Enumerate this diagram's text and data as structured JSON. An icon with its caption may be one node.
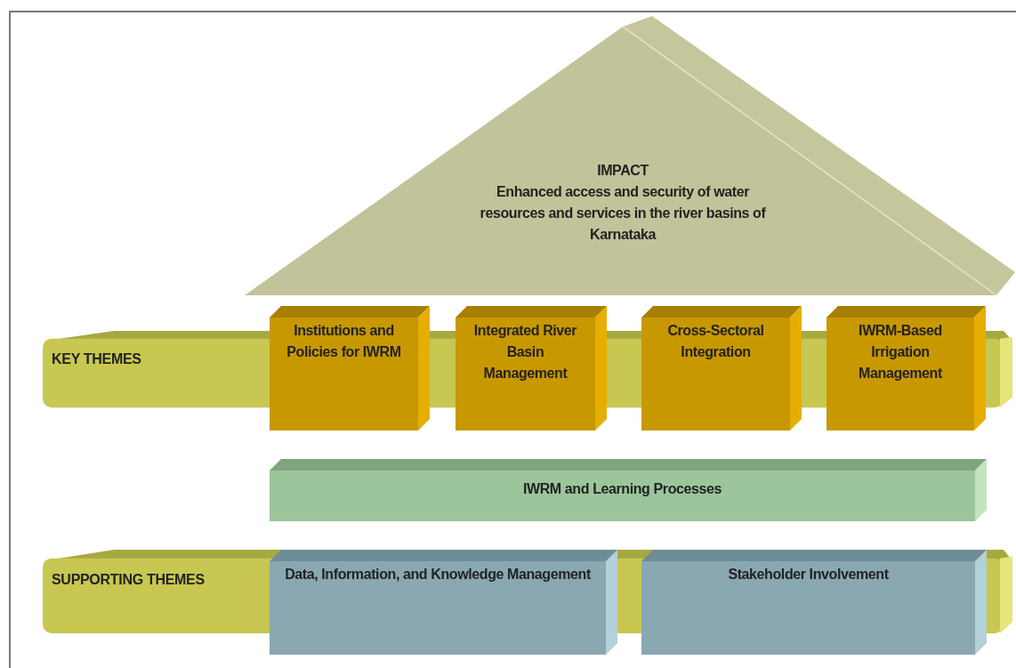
{
  "diagram": {
    "nodes": [
      {
        "text": [
          "IMPACT",
          "Enhanced access and security of water resources and services in the river basins of Karnataka"
        ]
      },
      {
        "text": [
          "KEY THEMES"
        ]
      },
      {
        "text": [
          "Institutions and Policies for IWRM"
        ]
      },
      {
        "text": [
          "Integrated River Basin Management"
        ]
      },
      {
        "text": [
          "Cross-Sectoral Integration"
        ]
      },
      {
        "text": [
          "IWRM-Based Irrigation Management"
        ]
      },
      {
        "text": [
          "IWRM and Learning Processes"
        ]
      },
      {
        "text": [
          "SUPPORTING THEMES"
        ]
      },
      {
        "text": [
          "Data, Information, and Knowledge Management"
        ]
      },
      {
        "text": [
          "Stakeholder Involvement"
        ]
      }
    ]
  }
}
